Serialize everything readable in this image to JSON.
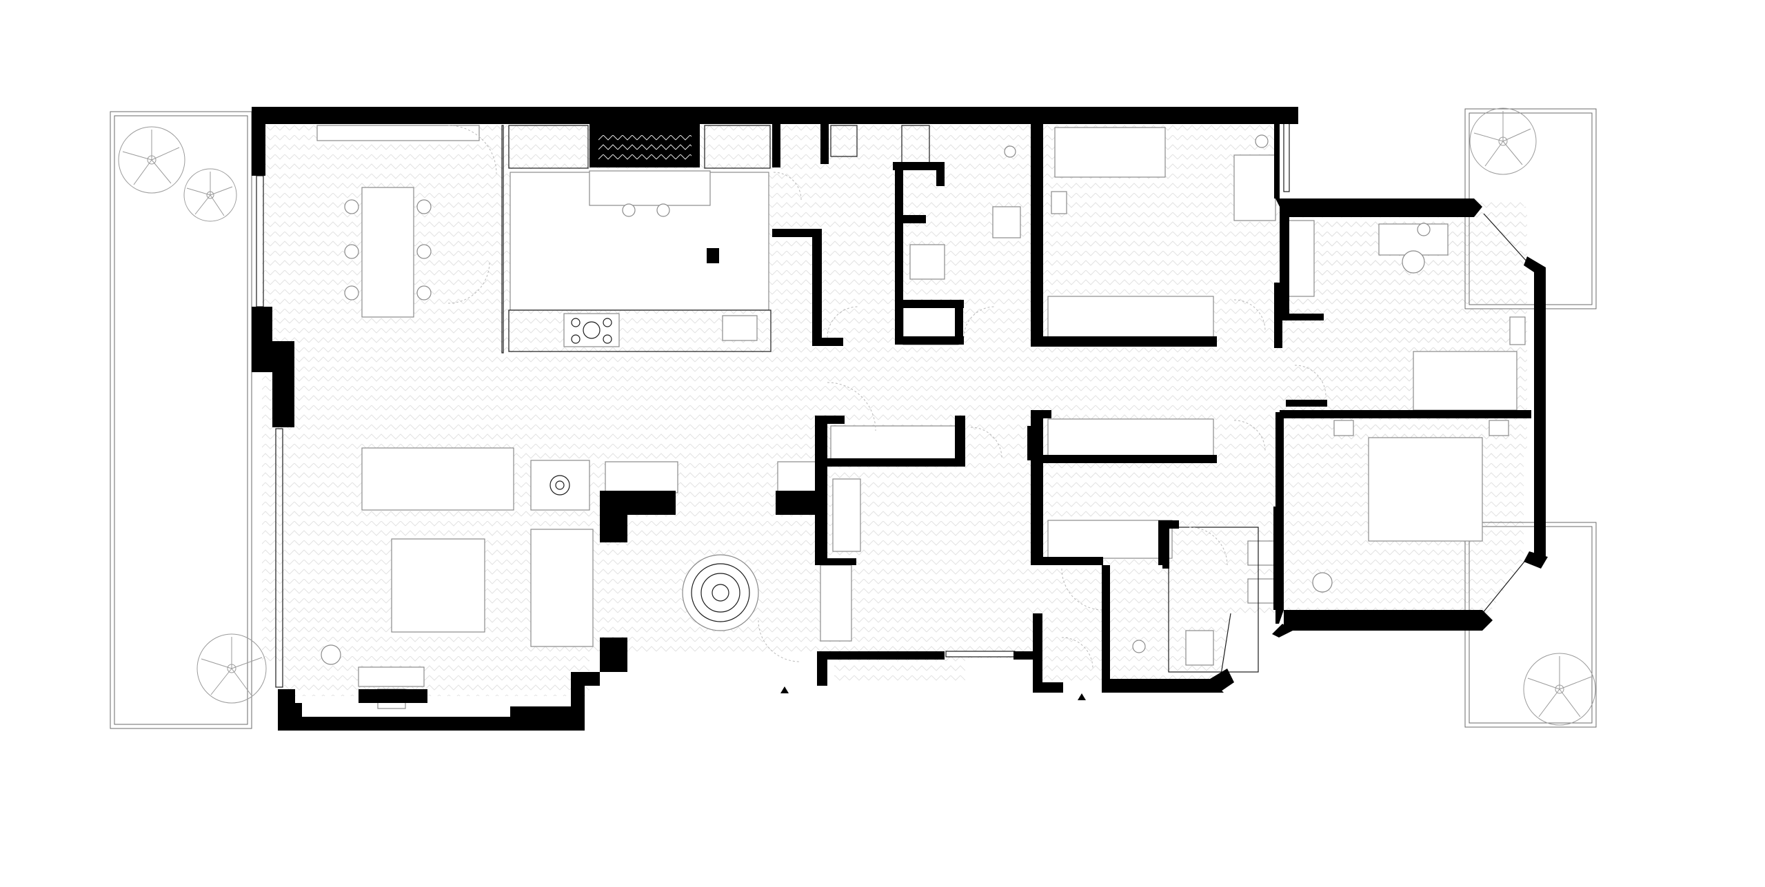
{
  "plan": {
    "type": "architectural-floor-plan",
    "colors": {
      "wall": "#000000",
      "floor_pattern": "#e2e2e2",
      "furniture_line": "#8a8a8a",
      "background": "#ffffff"
    },
    "entrance_markers": [
      "entrance-arrow",
      "entrance-arrow"
    ],
    "terraces": [
      "terrace-west",
      "terrace-east-north",
      "terrace-east-south"
    ]
  }
}
